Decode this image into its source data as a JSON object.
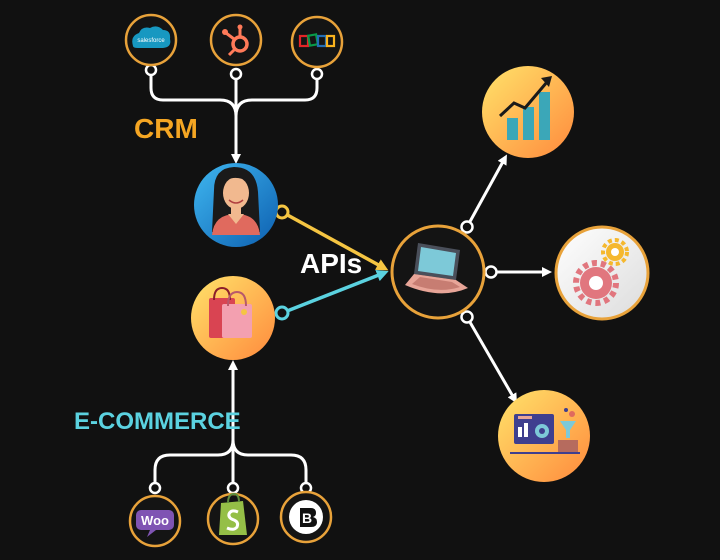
{
  "labels": {
    "crm": "CRM",
    "apis": "APIs",
    "ecommerce": "E-COMMERCE"
  },
  "logos": {
    "salesforce": "salesforce",
    "woo": "Woo",
    "bigcommerce": "B"
  },
  "colors": {
    "background": "#111111",
    "crm_label": "#F5A623",
    "apis_label": "#FFFFFF",
    "ecommerce_label": "#5BD2E0",
    "crm_connector": "#F5C542",
    "ecommerce_connector": "#5BD2E0",
    "node_gradient_start": "#FFD44D",
    "node_gradient_end": "#FF8A3D",
    "ring": "#E8A23A",
    "salesforce_blue": "#1798C1",
    "hubspot_orange": "#FF7A59",
    "woo_purple": "#7F54B3",
    "shopify_green": "#95BF47"
  },
  "icons": {
    "crm_sources": [
      "salesforce-icon",
      "hubspot-icon",
      "zoho-icon"
    ],
    "ecommerce_sources": [
      "woocommerce-icon",
      "shopify-icon",
      "bigcommerce-icon"
    ],
    "hub": "laptop-icon",
    "outputs": [
      "growth-chart-icon",
      "gears-icon",
      "analytics-dashboard-icon"
    ],
    "crm_node": "person-avatar-icon",
    "ecommerce_node": "shopping-bags-icon"
  }
}
